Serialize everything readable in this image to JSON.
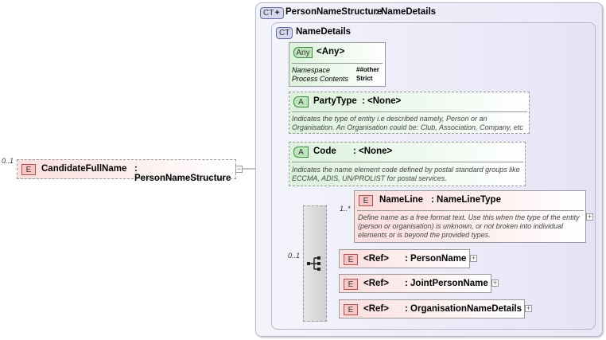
{
  "root": {
    "cardinality": "0..1",
    "badge": "E",
    "name": "CandidateFullName",
    "type": ": PersonNameStructure",
    "toggle": "−"
  },
  "ct_outer": {
    "badge": "CT✦",
    "name": "PersonNameStructure",
    "type": ": NameDetails"
  },
  "ct_inner": {
    "badge": "CT",
    "name": "NameDetails"
  },
  "any": {
    "badge": "Any",
    "name": "<Any>",
    "rows": [
      {
        "label": "Namespace",
        "value": "##other"
      },
      {
        "label": "Process Contents",
        "value": "Strict"
      }
    ]
  },
  "attributes": [
    {
      "badge": "A",
      "name": "PartyType",
      "type": ": <None>",
      "desc1": "Indicates the type of entity i.e described namely, Person or an",
      "desc2": "Organisation. An Organisation could be: Club, Association, Company, etc"
    },
    {
      "badge": "A",
      "name": "Code",
      "type": ": <None>",
      "desc1": "Indicates the name element code defined by postal standard groups like",
      "desc2": "ECCMA, ADIS, UN/PROLIST for postal services."
    }
  ],
  "sequence": {
    "cardinality": "0..1"
  },
  "nameline": {
    "cardinality": "1..*",
    "badge": "E",
    "name": "NameLine",
    "type": ": NameLineType",
    "desc1": "Define name as a free format text. Use this when the type of the entity",
    "desc2": "(person or organisation) is unknown, or not broken into individual",
    "desc3": "elements or is beyond the provided types.",
    "expand": "+"
  },
  "refs": [
    {
      "badge": "E",
      "ref": "<Ref>",
      "name": ": PersonName",
      "expand": "+"
    },
    {
      "badge": "E",
      "ref": "<Ref>",
      "name": ": JointPersonName",
      "expand": "+"
    },
    {
      "badge": "E",
      "ref": "<Ref>",
      "name": ": OrganisationNameDetails",
      "expand": "+"
    }
  ]
}
